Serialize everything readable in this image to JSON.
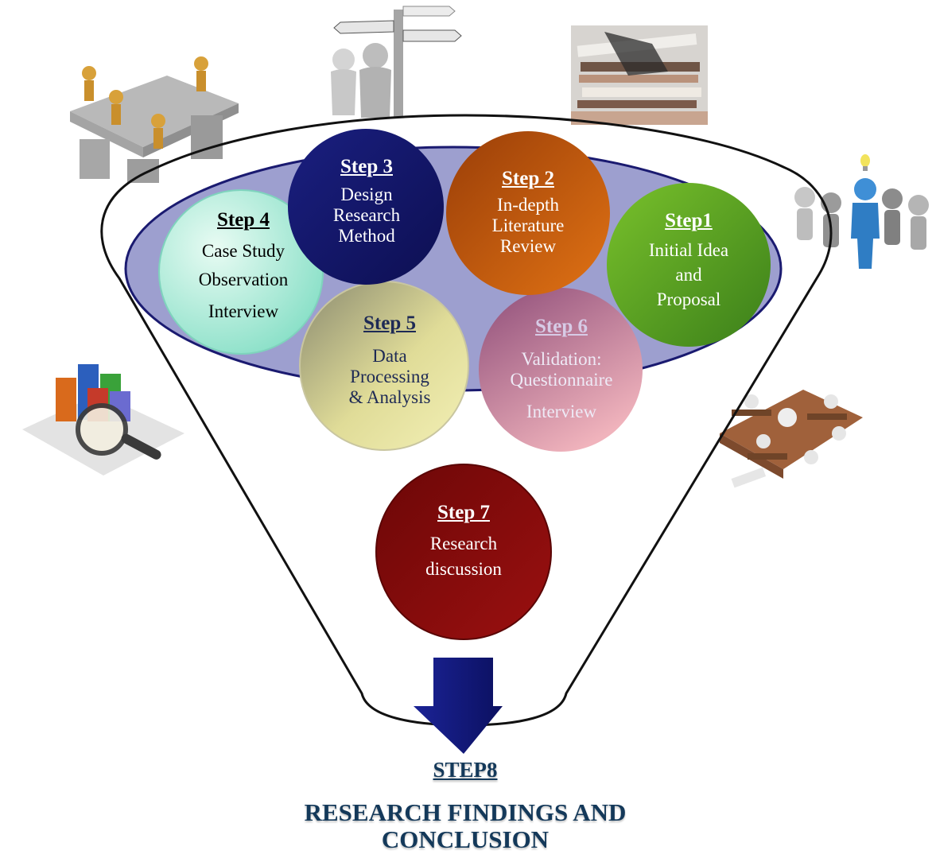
{
  "steps": [
    {
      "id": "step1",
      "title": "Step1",
      "lines": [
        "Initial Idea",
        "and",
        "Proposal"
      ]
    },
    {
      "id": "step2",
      "title": "Step 2",
      "lines": [
        "In-depth",
        "Literature",
        "Review"
      ]
    },
    {
      "id": "step3",
      "title": "Step 3",
      "lines": [
        "Design",
        "Research",
        "Method"
      ]
    },
    {
      "id": "step4",
      "title": "Step 4",
      "lines": [
        "Case Study",
        "Observation",
        "Interview"
      ]
    },
    {
      "id": "step5",
      "title": "Step 5",
      "lines": [
        "Data",
        "Processing",
        "& Analysis"
      ]
    },
    {
      "id": "step6",
      "title": "Step 6",
      "lines": [
        "Validation:",
        "Questionnaire",
        "Interview"
      ]
    },
    {
      "id": "step7",
      "title": "Step 7",
      "lines": [
        "Research",
        "discussion"
      ]
    }
  ],
  "final": {
    "title": "STEP8",
    "line1": "RESEARCH FINDINGS AND",
    "line2": "CONCLUSION"
  },
  "images": [
    {
      "name": "meeting-table-illustration"
    },
    {
      "name": "signpost-illustration"
    },
    {
      "name": "documents-photo"
    },
    {
      "name": "idea-person-illustration"
    },
    {
      "name": "chart-magnifier-illustration"
    },
    {
      "name": "classroom-illustration"
    }
  ],
  "colors": {
    "step1": "#4e9a22",
    "step2": "#c8620e",
    "step3": "#15176a",
    "step4": "#9fe8d3",
    "step5": "#d8d390",
    "step6": "#b86a92",
    "step7": "#840c0c",
    "ellipse": "#9d9fcf",
    "arrow": "#161e86",
    "final_text": "#14395a"
  }
}
